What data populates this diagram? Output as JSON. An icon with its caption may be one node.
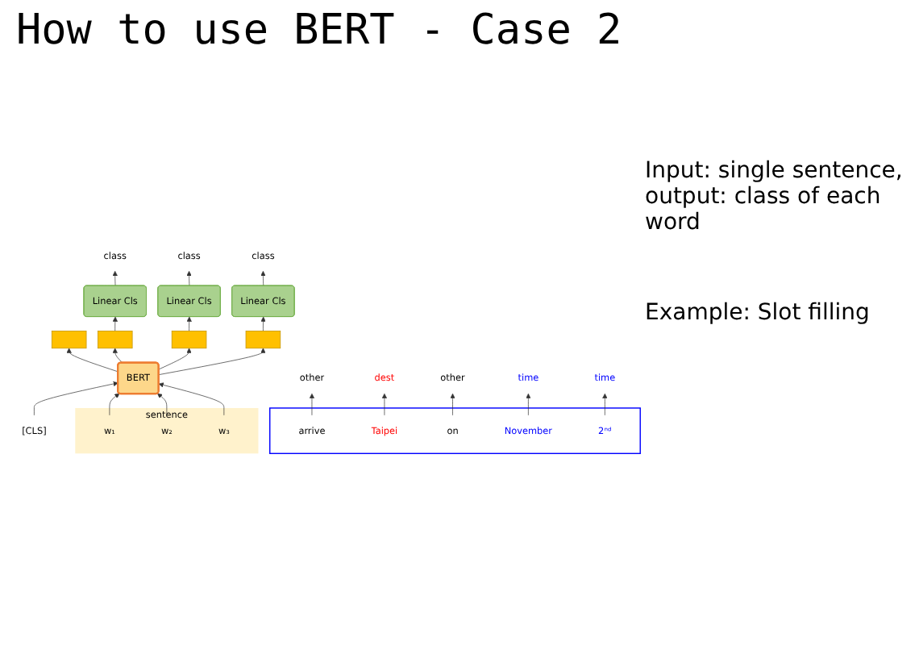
{
  "diagram": {
    "title": "How to use BERT - Case 2",
    "nodes": [
      {
        "text": [
          "class"
        ]
      },
      {
        "text": [
          "class"
        ]
      },
      {
        "text": [
          "class"
        ]
      },
      {
        "text": [
          "Linear Cls"
        ]
      },
      {
        "text": [
          "Linear Cls"
        ]
      },
      {
        "text": [
          "Linear Cls"
        ]
      },
      {
        "text": [],
        "shape": "bar"
      },
      {
        "text": [],
        "shape": "bar"
      },
      {
        "text": [],
        "shape": "bar"
      },
      {
        "text": [],
        "shape": "bar"
      },
      {
        "text": [
          "BERT"
        ]
      },
      {
        "text": [
          "[CLS]"
        ]
      },
      {
        "text": [
          "sentence"
        ]
      },
      {
        "text": [
          "w₁"
        ],
        "in": 12
      },
      {
        "text": [
          "w₂"
        ],
        "in": 12
      },
      {
        "text": [
          "w₃"
        ],
        "in": 12
      },
      {
        "text": [],
        "shape": "box"
      },
      {
        "text": [
          "arrive"
        ],
        "in": 16
      },
      {
        "text": [
          "Taipei"
        ],
        "in": 16
      },
      {
        "text": [
          "on"
        ],
        "in": 16
      },
      {
        "text": [
          "November"
        ],
        "in": 16
      },
      {
        "text": [
          "2ⁿᵈ"
        ],
        "in": 16
      },
      {
        "text": [
          "other"
        ]
      },
      {
        "text": [
          "dest"
        ]
      },
      {
        "text": [
          "other"
        ]
      },
      {
        "text": [
          "time"
        ]
      },
      {
        "text": [
          "time"
        ]
      }
    ],
    "edges": [
      {
        "from": 11,
        "to": 10,
        "arrow": "to"
      },
      {
        "from": 13,
        "to": 10,
        "arrow": "to"
      },
      {
        "from": 14,
        "to": 10,
        "arrow": "to"
      },
      {
        "from": 15,
        "to": 10,
        "arrow": "to"
      },
      {
        "from": 10,
        "to": 6,
        "arrow": "to"
      },
      {
        "from": 10,
        "to": 7,
        "arrow": "to"
      },
      {
        "from": 10,
        "to": 8,
        "arrow": "to"
      },
      {
        "from": 10,
        "to": 9,
        "arrow": "to"
      },
      {
        "from": 7,
        "to": 3,
        "arrow": "to"
      },
      {
        "from": 8,
        "to": 4,
        "arrow": "to"
      },
      {
        "from": 9,
        "to": 5,
        "arrow": "to"
      },
      {
        "from": 3,
        "to": 0,
        "arrow": "to"
      },
      {
        "from": 4,
        "to": 1,
        "arrow": "to"
      },
      {
        "from": 5,
        "to": 2,
        "arrow": "to"
      },
      {
        "from": 17,
        "to": 22,
        "arrow": "to"
      },
      {
        "from": 18,
        "to": 23,
        "arrow": "to"
      },
      {
        "from": 19,
        "to": 24,
        "arrow": "to"
      },
      {
        "from": 20,
        "to": 25,
        "arrow": "to"
      },
      {
        "from": 21,
        "to": 26,
        "arrow": "to"
      }
    ],
    "labels": [
      "Input: single sentence, output: class of each word",
      "Example: Slot filling"
    ]
  }
}
